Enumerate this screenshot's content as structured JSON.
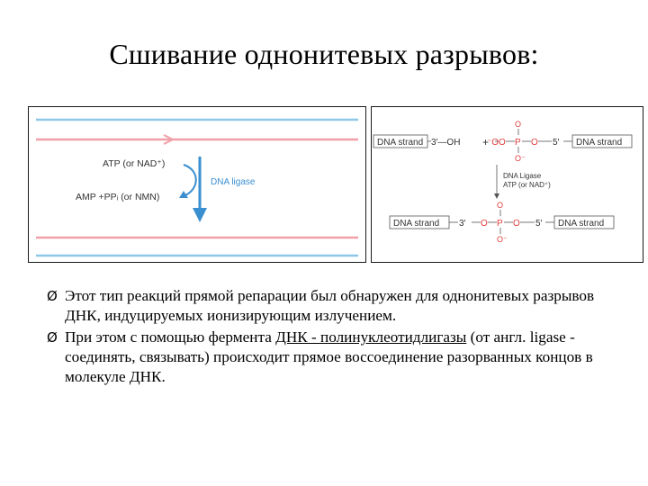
{
  "slide": {
    "title": "Сшивание однонитевых разрывов:"
  },
  "left_figure": {
    "cofactor_top": "ATP (or NAD⁺)",
    "cofactor_bottom": "AMP +PPᵢ (or NMN)",
    "enzyme": "DNA ligase",
    "colors": {
      "strand_blue": "#8ec8e8",
      "strand_pink": "#f0a0a8",
      "arrow_blue": "#3a8fd0"
    }
  },
  "right_figure": {
    "strand_label": "DNA strand",
    "hydroxyl": "3′—OH",
    "plus": "+",
    "oxygen": "O",
    "phosphorus": "P",
    "five_prime": "5′",
    "three_prime": "3′",
    "minus_o": "⁻O",
    "o_minus": "O⁻",
    "enzyme": "DNA Ligase",
    "cofactor": "ATP (or NAD⁺)",
    "colors": {
      "atom_red": "#e03a3a",
      "text_gray": "#333333"
    }
  },
  "bullets": [
    {
      "marker": "Ø",
      "text": "Этот тип реакций прямой репарации был обнаружен для однонитевых разрывов ДНК, индуцируемых ионизирующим излучением."
    },
    {
      "marker": "Ø",
      "prefix": "При этом с помощью фермента ",
      "underlined": "ДНК - полинуклеотидлигазы",
      "suffix": " (от англ. ligase - соединять, связывать) происходит прямое воссоединение разорванных концов в молекуле ДНК."
    }
  ]
}
